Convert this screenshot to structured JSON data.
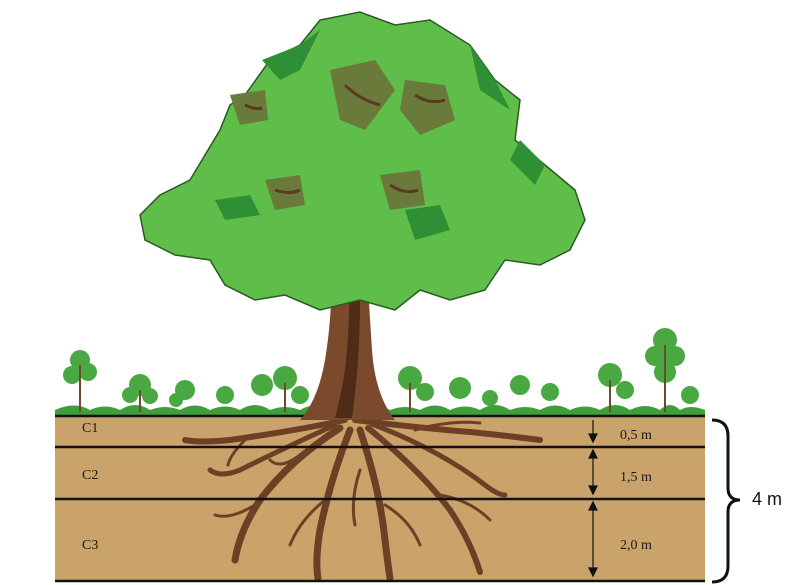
{
  "layers": [
    {
      "id": "C1",
      "label": "C1",
      "thickness": "0,5 m"
    },
    {
      "id": "C2",
      "label": "C2",
      "thickness": "1,5 m"
    },
    {
      "id": "C3",
      "label": "C3",
      "thickness": "2,0 m"
    }
  ],
  "total_depth": "4 m",
  "colors": {
    "soil": "#c9a36a",
    "layer_line": "#111111",
    "foliage": "#5fbe4a",
    "foliage_dark": "#2f8f34",
    "trunk": "#7b4a2c",
    "trunk_dark": "#4e2c18",
    "root": "#6d4026",
    "grass": "#3f9d3a"
  }
}
